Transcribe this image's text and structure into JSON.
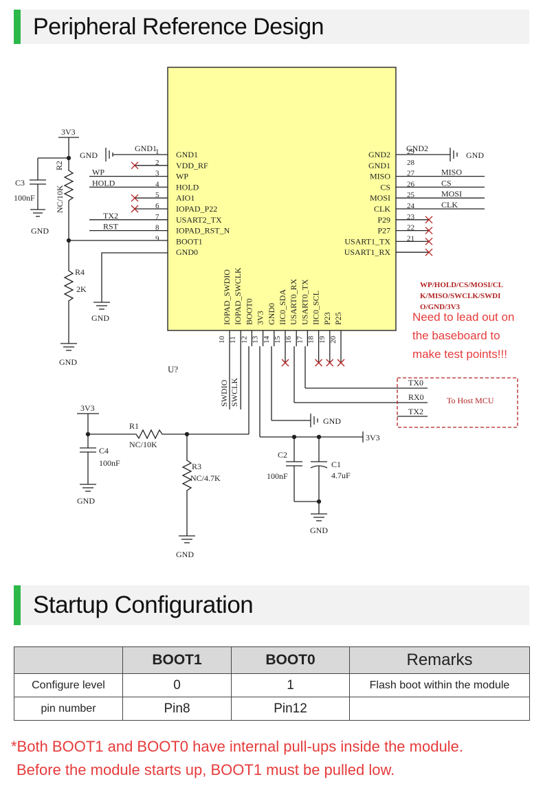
{
  "sections": {
    "reference_title": "Peripheral Reference Design",
    "startup_title": "Startup Configuration"
  },
  "colors": {
    "accent": "#2db84a",
    "module_fill": "#ffffa0",
    "note_red": "#e63b3b",
    "dark_red": "#b22222"
  },
  "schematic": {
    "module_ref": "U?",
    "left_pins": [
      {
        "num": "1",
        "name": "GND1",
        "net": "GND1"
      },
      {
        "num": "2",
        "name": "VDD_RF",
        "net": ""
      },
      {
        "num": "3",
        "name": "WP",
        "net": "WP"
      },
      {
        "num": "4",
        "name": "HOLD",
        "net": "HOLD"
      },
      {
        "num": "5",
        "name": "AIO1",
        "net": ""
      },
      {
        "num": "6",
        "name": "IOPAD_P22",
        "net": ""
      },
      {
        "num": "7",
        "name": "USART2_TX",
        "net": "TX2"
      },
      {
        "num": "8",
        "name": "IOPAD_RST_N",
        "net": "RST"
      },
      {
        "num": "9",
        "name": "BOOT1",
        "net": ""
      },
      {
        "num": "",
        "name": "GND0",
        "net": ""
      }
    ],
    "right_pins": [
      {
        "num": "29",
        "name": "GND2",
        "net": "GND2"
      },
      {
        "num": "28",
        "name": "GND1",
        "net": ""
      },
      {
        "num": "27",
        "name": "MISO",
        "net": "MISO"
      },
      {
        "num": "26",
        "name": "CS",
        "net": "CS"
      },
      {
        "num": "25",
        "name": "MOSI",
        "net": "MOSI"
      },
      {
        "num": "24",
        "name": "CLK",
        "net": "CLK"
      },
      {
        "num": "23",
        "name": "P29",
        "net": ""
      },
      {
        "num": "22",
        "name": "P27",
        "net": ""
      },
      {
        "num": "21",
        "name": "USART1_TX",
        "net": ""
      },
      {
        "num": "",
        "name": "USART1_RX",
        "net": ""
      }
    ],
    "bottom_pins": [
      {
        "num": "10",
        "name": "IOPAD_SWDIO"
      },
      {
        "num": "11",
        "name": "IOPAD_SWCLK"
      },
      {
        "num": "12",
        "name": "BOOT0"
      },
      {
        "num": "13",
        "name": "3V3"
      },
      {
        "num": "14",
        "name": "GND0"
      },
      {
        "num": "15",
        "name": "IIC0_SDA"
      },
      {
        "num": "16",
        "name": "USART0_RX"
      },
      {
        "num": "17",
        "name": "USART0_TX"
      },
      {
        "num": "18",
        "name": "IIC0_SCL"
      },
      {
        "num": "19",
        "name": "P23"
      },
      {
        "num": "20",
        "name": "P25"
      }
    ],
    "labels": {
      "v3v3": "3V3",
      "gnd": "GND",
      "gnd1": "GND1",
      "gnd2": "GND2",
      "c3": "C3",
      "c3_val": "100nF",
      "r2": "R2",
      "r2_val": "NC/10K",
      "r4": "R4",
      "r4_val": "2K",
      "c4": "C4",
      "c4_val": "100nF",
      "r1": "R1",
      "r1_val": "NC/10K",
      "r3": "R3",
      "r3_val": "NC/4.7K",
      "c2": "C2",
      "c2_val": "100nF",
      "c1": "C1",
      "c1_val": "4.7uF",
      "swdio": "SWDIO",
      "swclk": "SWCLK",
      "tx0": "TX0",
      "rx0": "RX0",
      "tx2": "TX2",
      "host": "To Host MCU",
      "test_pins_line1": "WP/HOLD/CS/MOSI/CL",
      "test_pins_line2": "K/MISO/SWCLK/SWDI",
      "test_pins_line3": "O/GND/3V3",
      "test_note_line1": "Need to lead out on",
      "test_note_line2": "the baseboard to",
      "test_note_line3": "make test points!!!"
    }
  },
  "table": {
    "headers": [
      "",
      "BOOT1",
      "BOOT0",
      "Remarks"
    ],
    "rows": [
      {
        "label": "Configure level",
        "boot1": "0",
        "boot0": "1",
        "remarks": "Flash boot within the module"
      },
      {
        "label": "pin number",
        "boot1": "Pin8",
        "boot0": "Pin12",
        "remarks": ""
      }
    ]
  },
  "note": {
    "line1": "*Both BOOT1 and BOOT0 have internal pull-ups inside the module.",
    "line2": "Before the module starts up, BOOT1 must be pulled low."
  }
}
